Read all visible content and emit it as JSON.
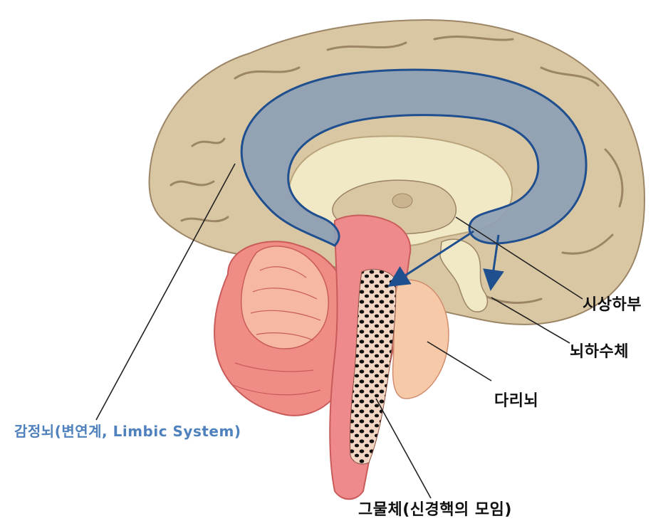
{
  "labels": {
    "hypothalamus": "시상하부",
    "pituitary": "뇌하수체",
    "pons": "다리뇌",
    "limbic": "감정뇌(변연계, Limbic System)",
    "reticular": "그물체(신경핵의 모임)"
  },
  "colors": {
    "brain_fill": "#d9c7a3",
    "brain_light": "#f1e8c6",
    "limbic_fill": "#8e9fb4",
    "limbic_stroke": "#1f4f8f",
    "cerebellum": "#f29a8d",
    "brainstem": "#ef8a8c",
    "limbic_label": "#4f81bd",
    "arrow": "#1f4f8f"
  }
}
